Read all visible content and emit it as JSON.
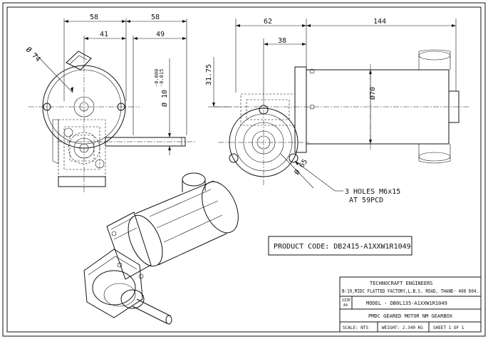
{
  "dimensions": {
    "front_width_58_left": "58",
    "front_width_58_right": "58",
    "front_41": "41",
    "front_49": "49",
    "dia_74": "Ø 74",
    "dia_10": "Ø 10",
    "tol_upper": "-0.000",
    "tol_lower": "-0.015",
    "side_62": "62",
    "side_144": "144",
    "side_38": "38",
    "side_31_75": "31.75",
    "dia_70": "Ø70",
    "dia_65": "Ø 65"
  },
  "notes": {
    "holes_line1": "3 HOLES M6x15",
    "holes_line2": "AT 59PCD",
    "product_code": "PRODUCT CODE: DB2415-A1XXW1R1049"
  },
  "title_block": {
    "company": "TECHNOCRAFT ENGINEERS",
    "address": "B-19,MIDC FLATTED FACTORY,L.B.S. ROAD, THANE- 400 604.",
    "size_label": "SIZE",
    "size_value": "A4",
    "model": "MODEL - DB0L135-A1XXW1R1049",
    "description": "PMDC GEARED MOTOR NM GEARBOX",
    "scale": "SCALE: NTS",
    "weight": "WEIGHT: 2.340 KG",
    "sheet": "SHEET 1 OF 1"
  }
}
